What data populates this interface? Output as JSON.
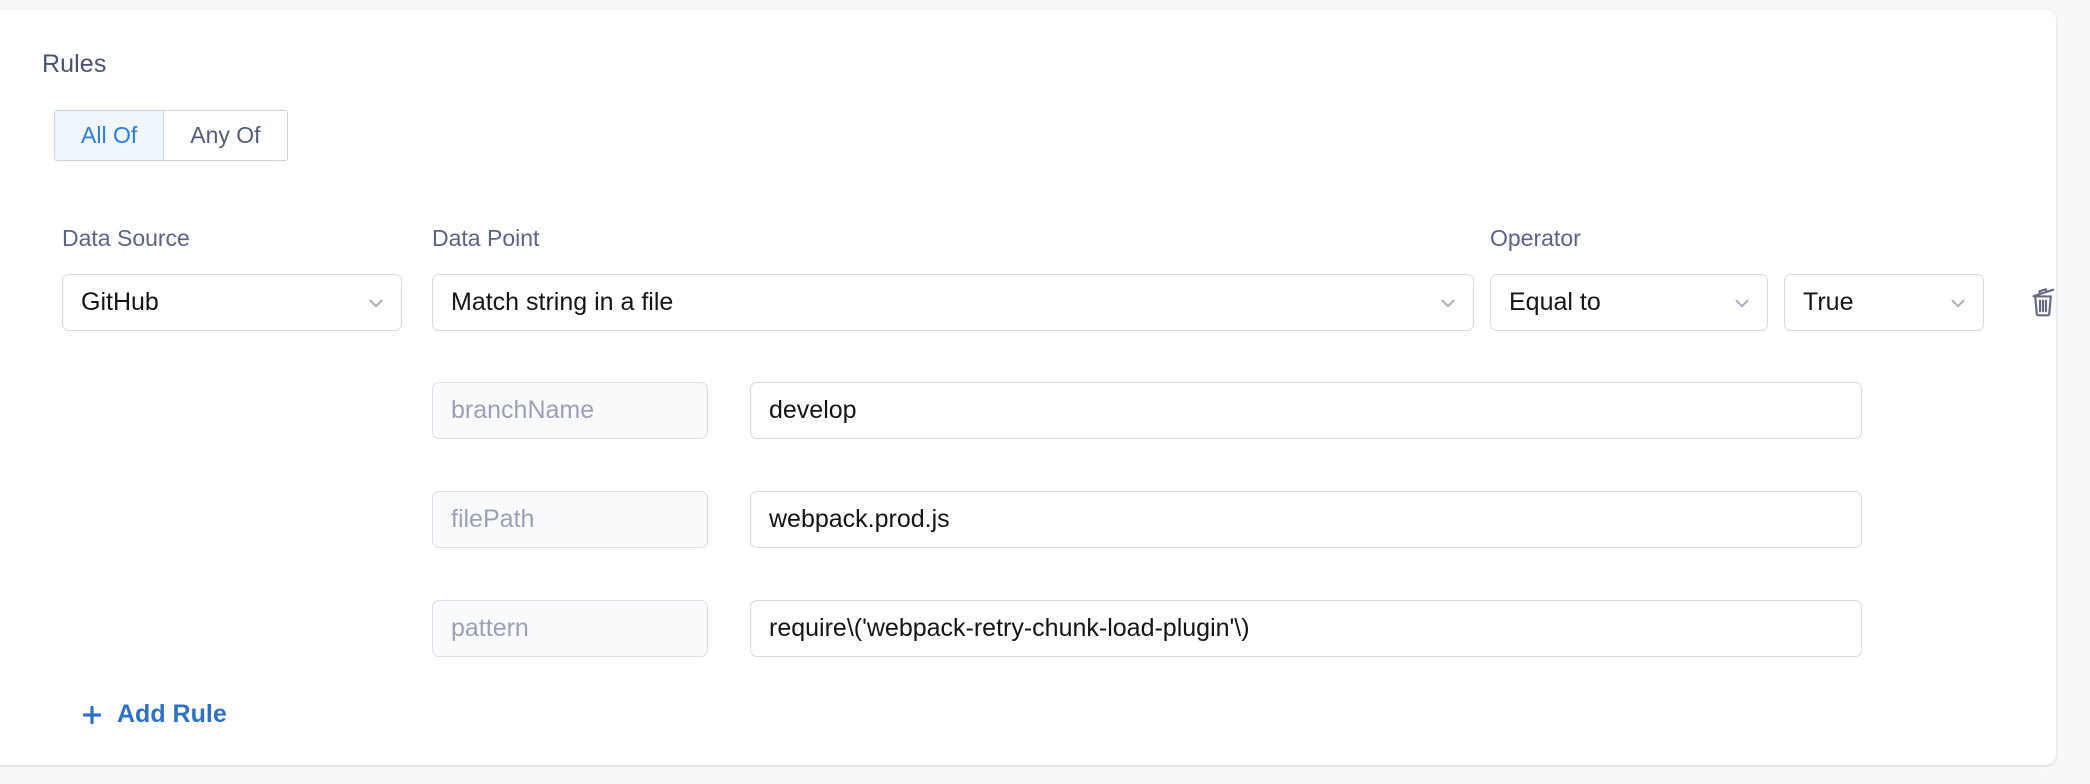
{
  "panel": {
    "title": "Rules"
  },
  "match_toggle": {
    "options": [
      {
        "label": "All Of",
        "selected": true
      },
      {
        "label": "Any Of",
        "selected": false
      }
    ]
  },
  "columns": {
    "data_source_label": "Data Source",
    "data_point_label": "Data Point",
    "operator_label": "Operator"
  },
  "rule": {
    "data_source": "GitHub",
    "data_point": "Match string in a file",
    "operator": "Equal to",
    "operand": "True",
    "delete_icon": "trash-icon",
    "chevron_icon": "chevron-down-icon",
    "parameters": [
      {
        "key": "branchName",
        "value": "develop"
      },
      {
        "key": "filePath",
        "value": "webpack.prod.js"
      },
      {
        "key": "pattern",
        "value": "require\\('webpack-retry-chunk-load-plugin'\\)"
      }
    ]
  },
  "actions": {
    "add_rule_label": "Add Rule",
    "add_rule_icon": "plus-icon"
  },
  "colors": {
    "accent_blue": "#2b7de9",
    "link_blue": "#2f71c6",
    "toggle_active_bg": "#eff7fd",
    "label_gray": "#5d6480",
    "placeholder_gray": "#9ba1b5",
    "border_gray": "#d8dae5",
    "page_bg": "#f7f8fa",
    "card_bg": "#ffffff"
  }
}
